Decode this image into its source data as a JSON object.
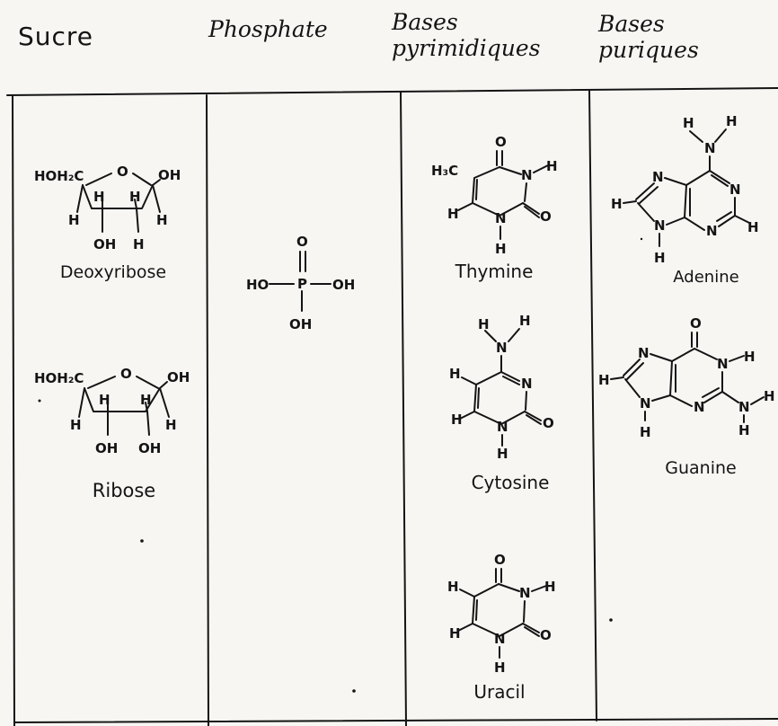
{
  "headers": {
    "sucre": "Sucre",
    "phosphate": "Phosphate",
    "pyrimidiques": [
      "Bases",
      "pyrimidiques"
    ],
    "puriques": [
      "Bases",
      "puriques"
    ]
  },
  "molecules": {
    "deoxyribose": {
      "name": "Deoxyribose",
      "atoms": {
        "ch2": "HOH₂C",
        "o": "O",
        "oh_right": "OH",
        "h1": "H",
        "h2": "H",
        "h3": "H",
        "h4": "H",
        "oh_bottom": "OH",
        "h_bottom": "H"
      }
    },
    "ribose": {
      "name": "Ribose",
      "atoms": {
        "ch2": "HOH₂C",
        "o": "O",
        "oh_right": "OH",
        "h1": "H",
        "h2": "H",
        "h3": "H",
        "h4": "H",
        "oh_left": "OH",
        "oh_right2": "OH"
      }
    },
    "phosphate": {
      "atoms": {
        "o_top": "O",
        "p": "P",
        "ho_left": "HO",
        "oh_right": "OH",
        "oh_bottom": "OH"
      }
    },
    "thymine": {
      "name": "Thymine",
      "atoms": {
        "o_top": "O",
        "methyl": "H₃C",
        "n3": "N",
        "h_n3": "H",
        "h6": "H",
        "n1": "N",
        "o2": "O",
        "h_n1": "H"
      }
    },
    "cytosine": {
      "name": "Cytosine",
      "atoms": {
        "h_a": "H",
        "h_b": "H",
        "n_amino": "N",
        "n3": "N",
        "h5": "H",
        "h6": "H",
        "n1": "N",
        "o2": "O",
        "h_n1": "H"
      }
    },
    "uracil": {
      "name": "Uracil",
      "atoms": {
        "o_top": "O",
        "h5": "H",
        "n3": "N",
        "h_n3": "H",
        "h6": "H",
        "n1": "N",
        "o2": "O",
        "h_n1": "H"
      }
    },
    "adenine": {
      "name": "Adenine",
      "atoms": {
        "h_a": "H",
        "h_b": "H",
        "n_amino": "N",
        "n7": "N",
        "h8": "H",
        "n9": "N",
        "h_n9": "H",
        "n1": "N",
        "n3": "N",
        "h2": "H"
      }
    },
    "guanine": {
      "name": "Guanine",
      "atoms": {
        "o6": "O",
        "n7": "N",
        "h8": "H",
        "n1": "N",
        "h_n1": "H",
        "n9": "N",
        "h_n9": "H",
        "n3": "N",
        "n_amino": "N",
        "h_a": "H",
        "h_b": "H"
      }
    }
  }
}
